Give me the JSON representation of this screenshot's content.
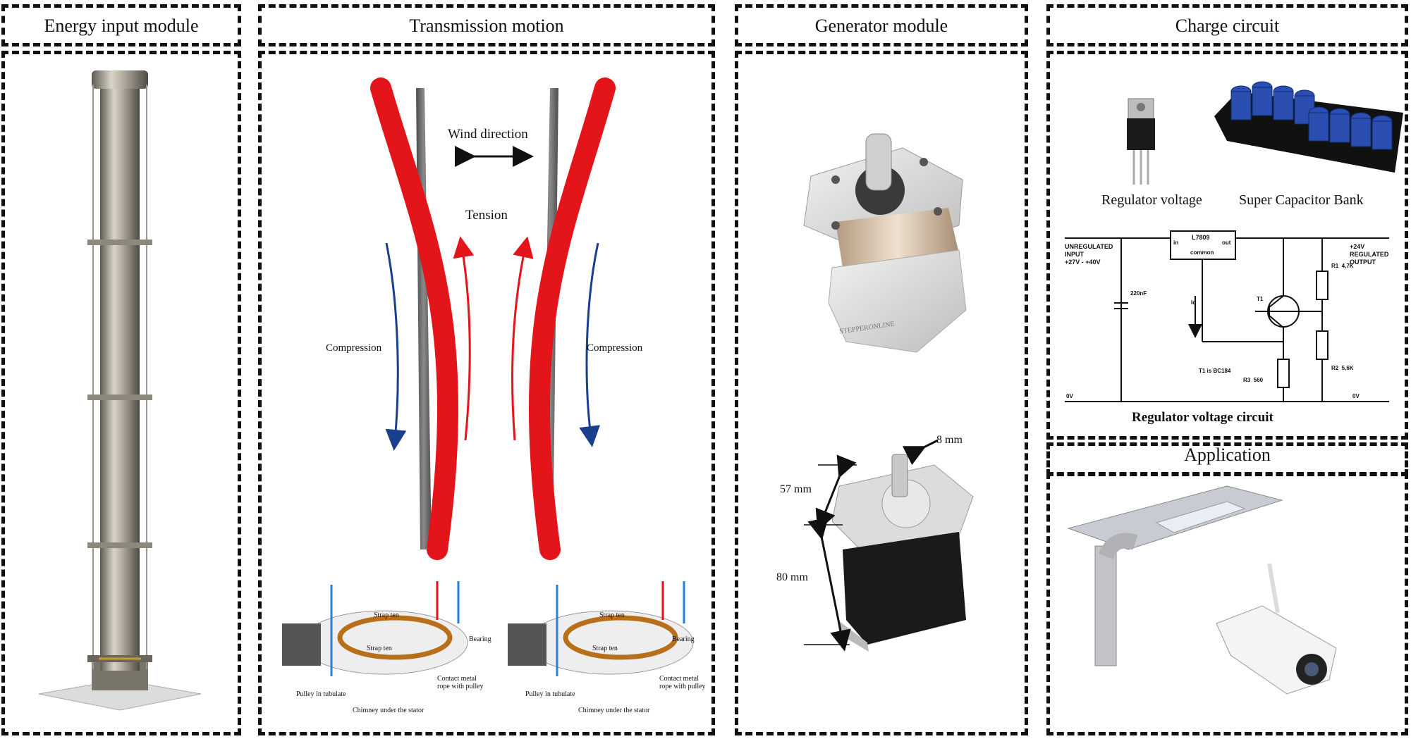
{
  "panels": {
    "energy": {
      "title": "Energy input module"
    },
    "transmission": {
      "title": "Transmission motion",
      "labels": {
        "wind": "Wind direction",
        "tension": "Tension",
        "compression_left": "Compression",
        "compression_right": "Compression"
      },
      "detail_left": {
        "strap_top": "Strap ten",
        "strap_mid": "Strap ten",
        "bearing": "Bearing",
        "contact": "Contact metal rope with pulley",
        "pulley": "Pulley in tubulate",
        "chimney": "Chimney under the stator"
      },
      "detail_right": {
        "strap_top": "Strap ten",
        "strap_mid": "Strap ten",
        "bearing": "Bearing",
        "contact": "Contact metal rope with pulley",
        "pulley": "Pulley in tubulate",
        "chimney": "Chimney under the stator"
      }
    },
    "generator": {
      "title": "Generator module",
      "gearbox_brand": "STEPPERONLINE",
      "motor_dims": {
        "shaft": "8 mm",
        "width": "57 mm",
        "length": "80 mm"
      }
    },
    "charge": {
      "title": "Charge circuit",
      "regulator_label": "Regulator voltage",
      "capacitor_label": "Super Capacitor Bank",
      "circuit_caption": "Regulator voltage circuit",
      "circuit": {
        "input": [
          "UNREGULATED",
          "INPUT",
          "+27V - +40V"
        ],
        "output": [
          "+24V",
          "REGULATED",
          "OUTPUT"
        ],
        "ic": "L7809",
        "ic_in": "in",
        "ic_out": "out",
        "ic_common": "common",
        "cap": "220nF",
        "iq": "Iq",
        "t1": "T1",
        "t1_note": "T1 is BC184",
        "r1": "R1  4,7K",
        "r2": "R2  5,6K",
        "r3": "R3  560",
        "gnd_left": "0V",
        "gnd_right": "0V"
      }
    },
    "application": {
      "title": "Application"
    }
  },
  "colors": {
    "rod_red": "#e4141b",
    "rod_gray": "#6e6e6e",
    "arrow_blue": "#1a3f8f",
    "arrow_red": "#e4141b",
    "capacitor_blue": "#2a4fb0"
  }
}
